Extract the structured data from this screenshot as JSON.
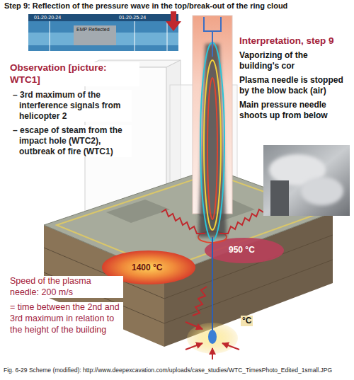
{
  "diagram": {
    "title": "Step 9: Reflection of the pressure wave in the top/break-out of the ring cloud",
    "caption": "Fig. 6-29 Scheme (modified): http://www.deepexcavation.com/uploads/case_studies/WTC_TimesPhoto_Edited_1small.JPG",
    "labels": [
      "01-20-20-24",
      "01-20-25-24",
      "EMP Reflected",
      "Interpretation, step 9",
      "Vaporizing of the building's cor",
      "Plasma needle is stopped by the blow back (air)",
      "Main pressure needle shoots up from below",
      "Observation [picture: WTC1]",
      "– 3rd maximum of the interference signals from helicopter 2",
      "– escape of steam from the impact hole (WTC2), outbreak of fire (WTC1)",
      "Speed of the plasma needle: 200 m/s",
      "= time between the 2nd and 3rd maximum in relation to the height of the building",
      "1400 °C",
      "950 °C",
      "°C"
    ]
  }
}
